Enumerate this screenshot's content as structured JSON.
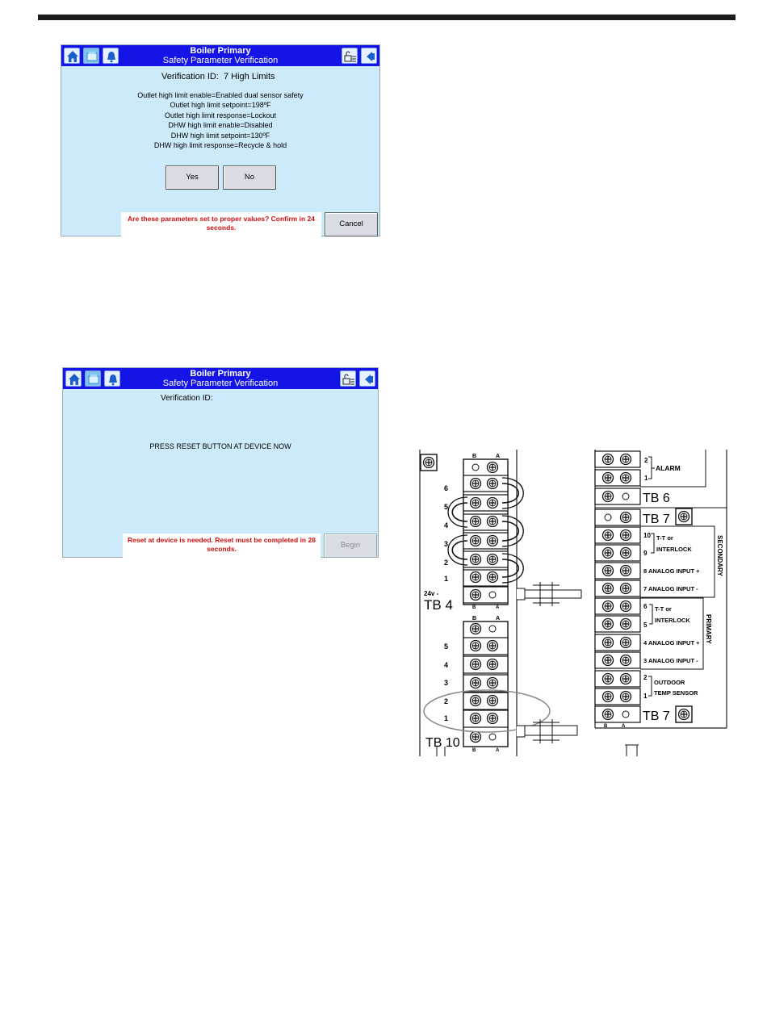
{
  "screen1": {
    "title_line1": "Boiler Primary",
    "title_line2": "Safety Parameter Verification",
    "verification_label": "Verification ID:",
    "verification_value": "7  High Limits",
    "params": [
      "Outlet high limit enable=Enabled dual sensor safety",
      "Outlet high limit setpoint=198ºF",
      "Outlet high limit response=Lockout",
      "DHW high limit enable=Disabled",
      "DHW high limit setpoint=130ºF",
      "DHW high limit response=Recycle & hold"
    ],
    "yes_label": "Yes",
    "no_label": "No",
    "message": "Are these parameters set to proper values? Confirm in 24 seconds.",
    "cancel_label": "Cancel"
  },
  "screen2": {
    "title_line1": "Boiler Primary",
    "title_line2": "Safety Parameter Verification",
    "verification_label": "Verification ID:",
    "instruction": "PRESS RESET BUTTON AT DEVICE NOW",
    "message": "Reset at device is needed. Reset must be completed in 28 seconds.",
    "begin_label": "Begin"
  },
  "icons": [
    "home-icon",
    "device-icon",
    "bell-icon",
    "lock-icon",
    "back-icon"
  ],
  "colors": {
    "header": "#1414e6",
    "screen_bg": "#cdeafa",
    "warning_text": "#d01010"
  },
  "diagram": {
    "left_tb_label": "TB 4",
    "left_tb_bottom_label": "TB 10",
    "left_col_header_b": "B",
    "left_col_header_a": "A",
    "left_voltage_label": "24v -",
    "tb4_numbers": [
      "6",
      "5",
      "4",
      "3",
      "2",
      "1"
    ],
    "tb10_numbers": [
      "5",
      "4",
      "3",
      "2",
      "1"
    ],
    "right_labels": {
      "tb6": "TB 6",
      "tb7": "TB 7",
      "alarm": "ALARM",
      "alarm_nums": [
        "2",
        "1"
      ],
      "tt_secondary": "T-T or INTERLOCK",
      "tt_secondary_nums": [
        "10",
        "9"
      ],
      "analog8": "8 ANALOG INPUT +",
      "analog7": "7 ANALOG INPUT -",
      "tt_primary": "T-T or INTERLOCK",
      "tt_primary_nums": [
        "6",
        "5"
      ],
      "analog4": "4 ANALOG INPUT +",
      "analog3": "3 ANALOG INPUT -",
      "outdoor": "OUTDOOR TEMP SENSOR",
      "outdoor_nums": [
        "2",
        "1"
      ],
      "secondary": "SECONDARY",
      "primary": "PRIMARY"
    }
  }
}
